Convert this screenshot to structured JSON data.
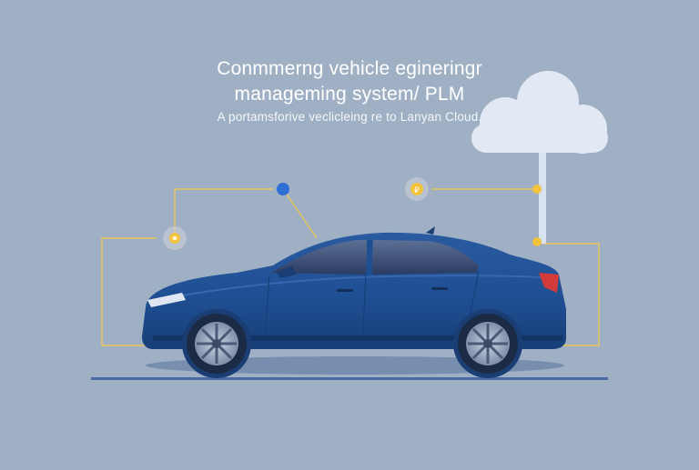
{
  "header": {
    "title_line1": "Conmmerng vehicle egineringr",
    "title_line2": "manageming system/ PLM",
    "subtitle": "A portamsforive veclicleing re to Lanyan Cloud."
  },
  "icons": {
    "cloud": "cloud-icon",
    "left_node": "lightbulb-icon",
    "top_node": "coin-icon"
  },
  "colors": {
    "background": "#9fb0c4",
    "car_body": "#1f4f93",
    "connector": "#e8c65a",
    "node_blue": "#2f6fd6",
    "node_yellow": "#f2c23c",
    "cloud": "#e3e9f4"
  }
}
